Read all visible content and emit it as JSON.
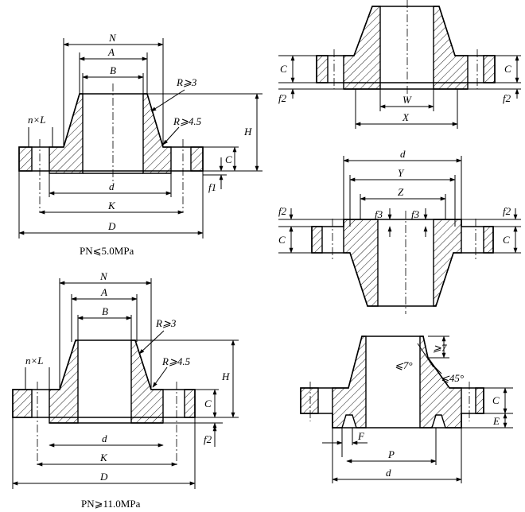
{
  "diagram": {
    "captions": {
      "low_pressure": "PN⩽5.0MPa",
      "high_pressure": "PN⩾11.0MPa"
    },
    "view_a_labels": {
      "N": "N",
      "A": "A",
      "B": "B",
      "R3": "R⩾3",
      "R45": "R⩾4.5",
      "nxL": "n×L",
      "H": "H",
      "C": "C",
      "f1": "f1",
      "d": "d",
      "K": "K",
      "D": "D"
    },
    "view_b_labels": {
      "N": "N",
      "A": "A",
      "B": "B",
      "R3": "R⩾3",
      "R45": "R⩾4.5",
      "nxL": "n×L",
      "H": "H",
      "C": "C",
      "f2": "f2",
      "d": "d",
      "K": "K",
      "D": "D"
    },
    "view_c_labels": {
      "C_left": "C",
      "f2_left": "f2",
      "W": "W",
      "X": "X",
      "C_right": "C",
      "f2_right": "f2"
    },
    "view_d_labels": {
      "d": "d",
      "Y": "Y",
      "Z": "Z",
      "f2_left": "f2",
      "f3_left": "f3",
      "f3_right": "f3",
      "f2_right": "f2",
      "C_left": "C",
      "C_right": "C"
    },
    "view_e_labels": {
      "ge7": "⩾7",
      "le7deg": "⩽7°",
      "le45deg": "⩽45°",
      "C": "C",
      "E": "E",
      "F": "F",
      "P": "P",
      "d": "d"
    }
  }
}
